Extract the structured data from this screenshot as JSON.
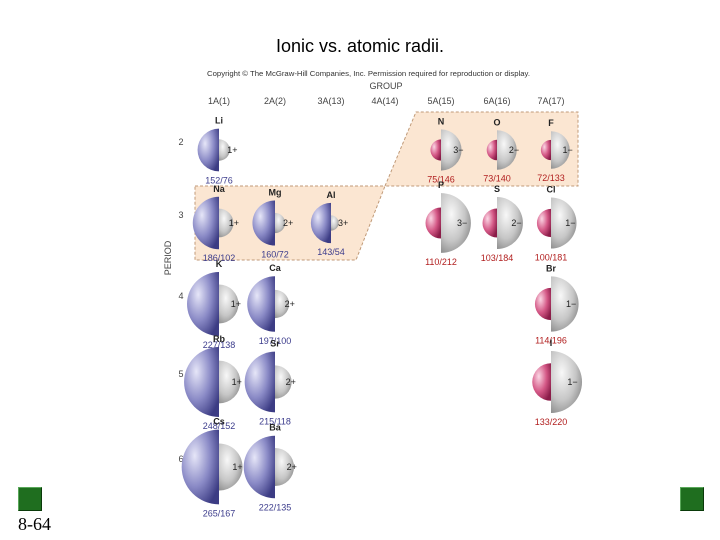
{
  "title": "Ionic vs. atomic radii.",
  "slide_number": "8-64",
  "copyright": "Copyright © The McGraw-Hill Companies, Inc. Permission required for reproduction or display.",
  "group_label": "GROUP",
  "period_label": "PERIOD",
  "groups": [
    "1A(1)",
    "2A(2)",
    "3A(13)",
    "4A(14)",
    "5A(15)",
    "6A(16)",
    "7A(17)"
  ],
  "periods": [
    "2",
    "3",
    "4",
    "5",
    "6"
  ],
  "colors": {
    "cation": "#7c7cb8",
    "anion": "#c8467a",
    "neutral": "#c6c6c6",
    "highlight": "#fbe6d2",
    "label_blue": "#3c3c8c",
    "label_red": "#b22020"
  },
  "elements": [
    {
      "symbol": "Li",
      "charge": "1+",
      "radii": "152/76",
      "atomic": 152,
      "ionic": 76,
      "group": 0,
      "period": 0,
      "ion": "cation"
    },
    {
      "symbol": "N",
      "charge": "3−",
      "radii": "75/146",
      "atomic": 75,
      "ionic": 146,
      "group": 4,
      "period": 0,
      "ion": "anion"
    },
    {
      "symbol": "O",
      "charge": "2−",
      "radii": "73/140",
      "atomic": 73,
      "ionic": 140,
      "group": 5,
      "period": 0,
      "ion": "anion"
    },
    {
      "symbol": "F",
      "charge": "1−",
      "radii": "72/133",
      "atomic": 72,
      "ionic": 133,
      "group": 6,
      "period": 0,
      "ion": "anion"
    },
    {
      "symbol": "Na",
      "charge": "1+",
      "radii": "186/102",
      "atomic": 186,
      "ionic": 102,
      "group": 0,
      "period": 1,
      "ion": "cation"
    },
    {
      "symbol": "Mg",
      "charge": "2+",
      "radii": "160/72",
      "atomic": 160,
      "ionic": 72,
      "group": 1,
      "period": 1,
      "ion": "cation"
    },
    {
      "symbol": "Al",
      "charge": "3+",
      "radii": "143/54",
      "atomic": 143,
      "ionic": 54,
      "group": 2,
      "period": 1,
      "ion": "cation"
    },
    {
      "symbol": "P",
      "charge": "3−",
      "radii": "110/212",
      "atomic": 110,
      "ionic": 212,
      "group": 4,
      "period": 1,
      "ion": "anion"
    },
    {
      "symbol": "S",
      "charge": "2−",
      "radii": "103/184",
      "atomic": 103,
      "ionic": 184,
      "group": 5,
      "period": 1,
      "ion": "anion"
    },
    {
      "symbol": "Cl",
      "charge": "1−",
      "radii": "100/181",
      "atomic": 100,
      "ionic": 181,
      "group": 6,
      "period": 1,
      "ion": "anion"
    },
    {
      "symbol": "K",
      "charge": "1+",
      "radii": "227/138",
      "atomic": 227,
      "ionic": 138,
      "group": 0,
      "period": 2,
      "ion": "cation"
    },
    {
      "symbol": "Ca",
      "charge": "2+",
      "radii": "197/100",
      "atomic": 197,
      "ionic": 100,
      "group": 1,
      "period": 2,
      "ion": "cation"
    },
    {
      "symbol": "Br",
      "charge": "1−",
      "radii": "114/196",
      "atomic": 114,
      "ionic": 196,
      "group": 6,
      "period": 2,
      "ion": "anion"
    },
    {
      "symbol": "Rb",
      "charge": "1+",
      "radii": "248/152",
      "atomic": 248,
      "ionic": 152,
      "group": 0,
      "period": 3,
      "ion": "cation"
    },
    {
      "symbol": "Sr",
      "charge": "2+",
      "radii": "215/118",
      "atomic": 215,
      "ionic": 118,
      "group": 1,
      "period": 3,
      "ion": "cation"
    },
    {
      "symbol": "I",
      "charge": "1−",
      "radii": "133/220",
      "atomic": 133,
      "ionic": 220,
      "group": 6,
      "period": 3,
      "ion": "anion"
    },
    {
      "symbol": "Cs",
      "charge": "1+",
      "radii": "265/167",
      "atomic": 265,
      "ionic": 167,
      "group": 0,
      "period": 4,
      "ion": "cation"
    },
    {
      "symbol": "Ba",
      "charge": "2+",
      "radii": "222/135",
      "atomic": 222,
      "ionic": 135,
      "group": 1,
      "period": 4,
      "ion": "cation"
    }
  ]
}
